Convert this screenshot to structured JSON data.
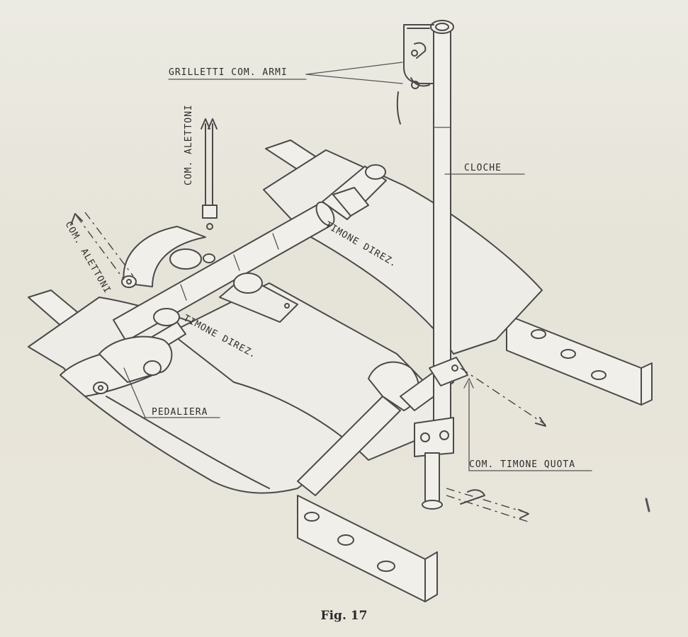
{
  "labels": {
    "grilletti": "GRILLETTI COM. ARMI",
    "cloche": "CLOCHE",
    "com_alettoni_top": "COM. ALETTONI",
    "com_alettoni_left": "COM. ALETTONI",
    "timone_direz_upper": "TIMONE DIREZ.",
    "timone_direz_lower": "TIMONE DIREZ.",
    "pedaliera": "PEDALIERA",
    "com_timone_quota": "COM. TIMONE QUOTA"
  },
  "caption": "Fig. 17"
}
